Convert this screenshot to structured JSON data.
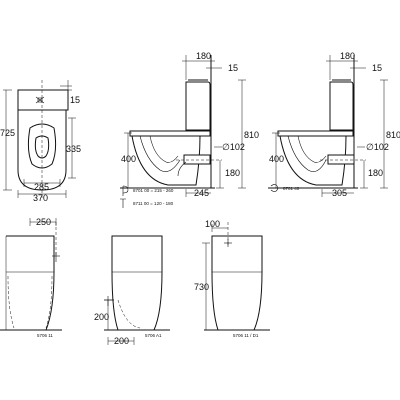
{
  "top_view": {
    "dim_width_total": "370",
    "dim_width_inner": "285",
    "dim_depth": "725",
    "dim_seat": "335",
    "dim_top": "15"
  },
  "side_view_1": {
    "dim_tank": "180",
    "dim_gap": "15",
    "dim_height": "810",
    "dim_seat_height": "400",
    "dim_outlet_dia": "∅102",
    "dim_outlet_height": "180",
    "dim_depth": "245",
    "note_1": "8701 00 = 215 - 260",
    "note_2": "8711 00 = 120 - 180"
  },
  "side_view_2": {
    "dim_tank": "180",
    "dim_gap": "15",
    "dim_height": "810",
    "dim_seat_height": "400",
    "dim_outlet_dia": "∅102",
    "dim_outlet_height": "180",
    "dim_depth": "305",
    "note_1": "8701 40"
  },
  "bottom_view_1": {
    "dim_width": "250",
    "code": "5706 11"
  },
  "bottom_view_2": {
    "dim_height": "200",
    "dim_width": "200",
    "code": "5706 A1"
  },
  "bottom_view_3": {
    "dim_top": "100",
    "dim_height": "730",
    "code": "5706 11 / D1"
  }
}
